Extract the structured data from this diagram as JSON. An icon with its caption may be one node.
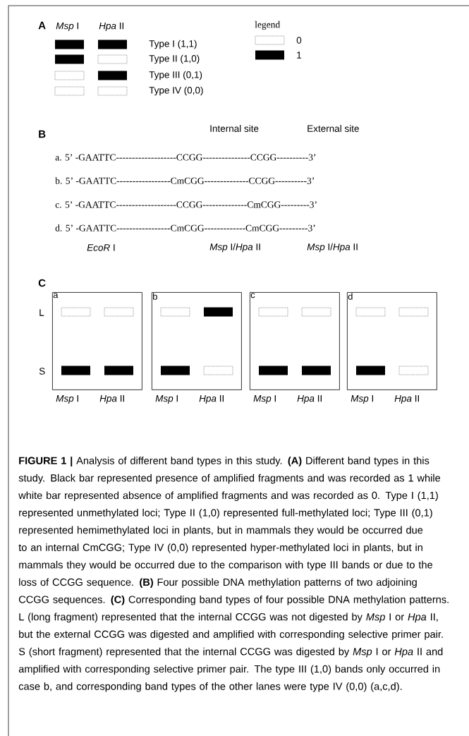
{
  "diagram": {
    "caption": "**FIGURE 1 |** Analysis of different band types in this study. **(A)** Different band types in this study. Black bar represented presence of amplified fragments and was recorded as 1 while white bar represented absence of amplified fragments and was recorded as 0. Type I (1,1) represented unmethylated loci; Type II (1,0) represented full-methylated loci; Type III (0,1) represented hemimethylated loci in plants, but in mammals they would be occurred due to an internal CmCGG; Type IV (0,0) represented hyper-methylated loci in plants, but in mammals they would be occurred due to the comparison with type III bands or due to the loss of CCGG sequence. **(B)** Four possible DNA methylation patterns of two adjoining CCGG sequences. **(C)** Corresponding band types of four possible DNA methylation patterns. L (long fragment) represented that the internal CCGG was not digested by *Msp* I or *Hpa* II, but the external CCGG was digested and amplified with corresponding selective primer pair. S (short fragment) represented that the internal CCGG was digested by *Msp* I or *Hpa* II and amplified with corresponding selective primer pair. The type III (1,0) bands only occurred in case b, and corresponding band types of the other lanes were type IV (0,0) (a,c,d).",
    "nodes": [
      {
        "text": [
          "a"
        ]
      },
      {
        "text": [
          "b"
        ]
      },
      {
        "text": [
          "c"
        ]
      },
      {
        "text": [
          "d"
        ]
      }
    ],
    "labels": [
      "A",
      "*Msp* I",
      "*Hpa* II",
      "Type I (1,1)",
      "Type II (1,0)",
      "Type III (0,1)",
      "Type IV (0,0)",
      "legend",
      "B",
      "Internal site",
      "External site",
      "a. 5’ -GAATTC-------------------CCGG---------------CCGG----------3’",
      "b. 5’ -GAATTC-----------------CmCGG--------------CCGG----------3’",
      "c. 5’ -GAATTC-------------------CCGG--------------CmCGG---------3’",
      "d. 5’ -GAATTC-----------------CmCGG-------------CmCGG---------3’",
      "*EcoR* I",
      "*Msp* I/*Hpa* II",
      "*Msp* I/*Hpa* II",
      "C",
      "L",
      "S",
      "*Msp* I",
      "*Hpa* II",
      "*Msp* I",
      "*Hpa* II",
      "*Msp* I",
      "*Hpa* II",
      "*Msp* I",
      "*Hpa* II"
    ],
    "legend": [
      {
        "text": "0"
      },
      {
        "text": "1"
      }
    ]
  }
}
